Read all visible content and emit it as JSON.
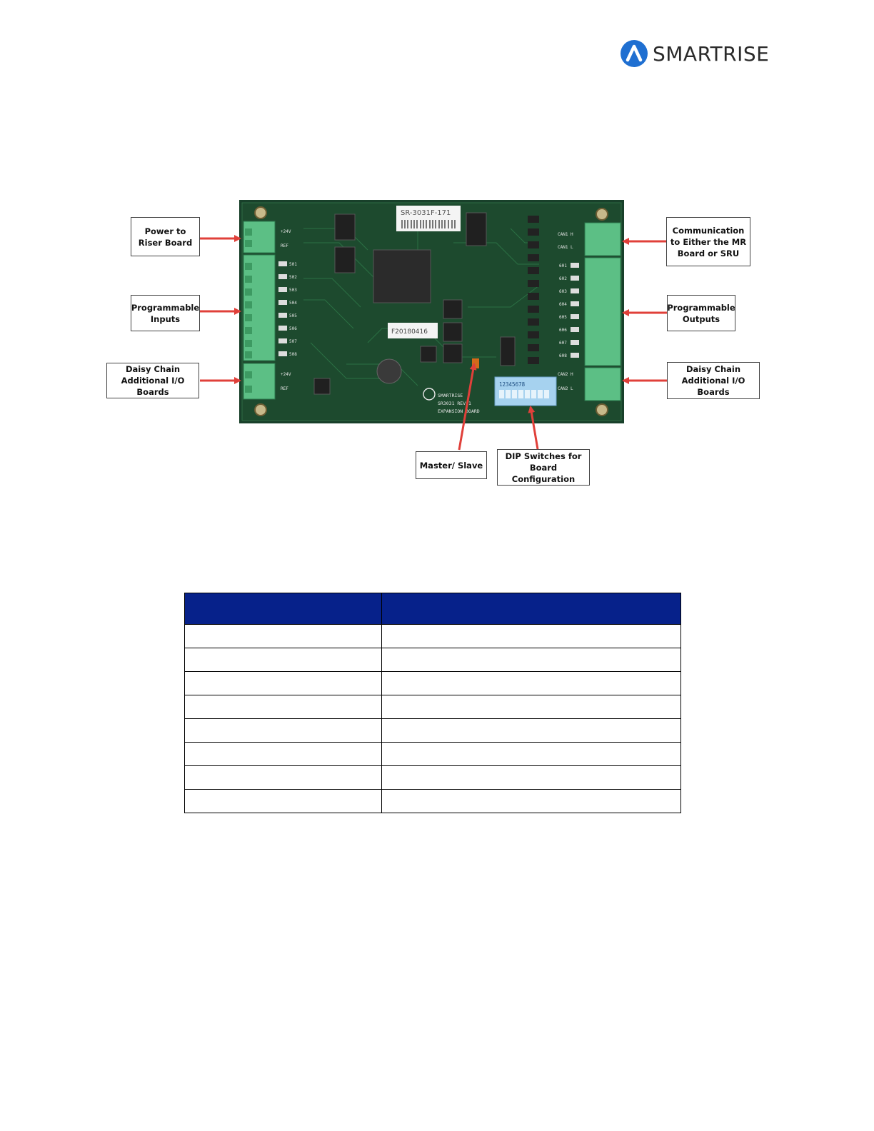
{
  "brand": {
    "name": "SMARTRISE",
    "logo_color": "#1f6fd1"
  },
  "board_photo": {
    "silkscreen_labels": [
      "SR-3031F-171",
      "F20180416",
      "SMARTRISE",
      "SR3031 REV 1",
      "EXPANSION BOARD",
      "CAN1 H",
      "CAN1 L",
      "CAN2 H",
      "CAN2 L",
      "+24V",
      "REF",
      "501",
      "502",
      "503",
      "504",
      "505",
      "506",
      "507",
      "508",
      "601",
      "602",
      "603",
      "604",
      "605",
      "606",
      "607",
      "608",
      "12345678"
    ]
  },
  "callouts": {
    "power": "Power to Riser Board",
    "prog_inputs": "Programmable Inputs",
    "daisy_left": "Daisy Chain Additional I/O Boards",
    "communication": "Communication to Either the MR Board or SRU",
    "prog_outputs": "Programmable Outputs",
    "daisy_right": "Daisy Chain Additional I/O Boards",
    "master_slave": "Master/ Slave",
    "dip_switches": "DIP Switches for Board Configuration"
  },
  "colors": {
    "table_header": "#06218a",
    "arrow": "#e0403a",
    "pcb": "#1d4a2e",
    "terminal": "#5cbf85"
  },
  "table": {
    "headers": [
      "",
      ""
    ],
    "rows": [
      [
        "",
        ""
      ],
      [
        "",
        ""
      ],
      [
        "",
        ""
      ],
      [
        "",
        ""
      ],
      [
        "",
        ""
      ],
      [
        "",
        ""
      ],
      [
        "",
        ""
      ],
      [
        "",
        ""
      ]
    ]
  }
}
